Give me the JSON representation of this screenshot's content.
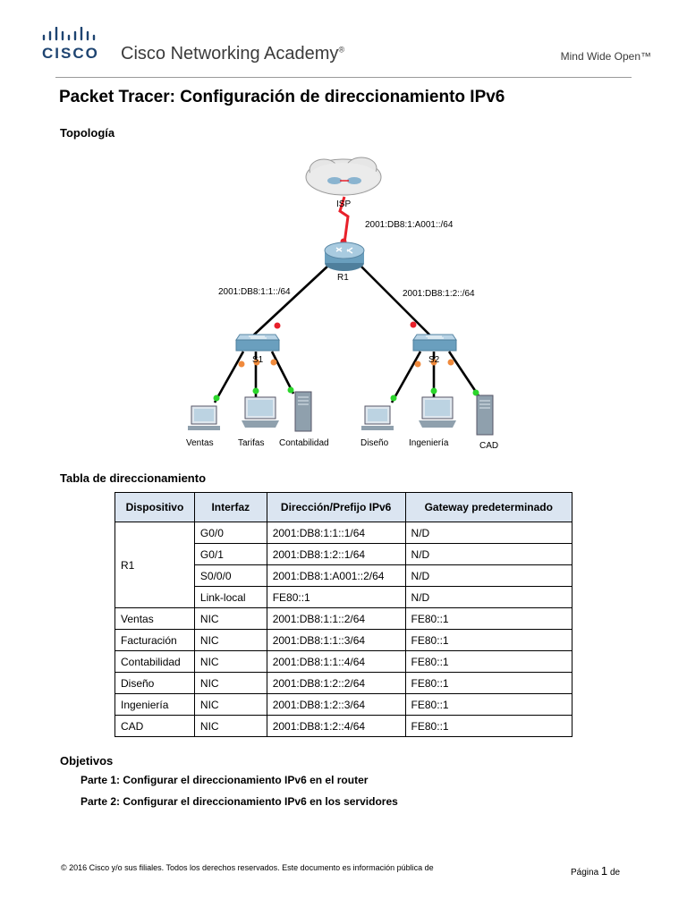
{
  "header": {
    "brand": "CISCO",
    "academy": "Cisco Networking Academy",
    "registered": "®",
    "tagline": "Mind Wide Open™"
  },
  "document": {
    "title": "Packet Tracer: Configuración de direccionamiento IPv6",
    "topology_heading": "Topología",
    "table_heading": "Tabla de direccionamiento",
    "objectives_heading": "Objetivos",
    "objectives": [
      "Parte 1: Configurar el direccionamiento IPv6 en el router",
      "Parte 2: Configurar el direccionamiento IPv6 en los servidores"
    ]
  },
  "topology": {
    "isp_label": "ISP",
    "isp_network": "2001:DB8:1:A001::/64",
    "router_label": "R1",
    "left_network": "2001:DB8:1:1::/64",
    "right_network": "2001:DB8:1:2::/64",
    "switch_left": "S1",
    "switch_right": "S2",
    "hosts": [
      "Ventas",
      "Tarifas",
      "Contabilidad",
      "Diseño",
      "Ingeniería",
      "CAD"
    ]
  },
  "table": {
    "headers": [
      "Dispositivo",
      "Interfaz",
      "Dirección/Prefijo IPv6",
      "Gateway predeterminado"
    ],
    "r1": {
      "device": "R1",
      "rows": [
        [
          "G0/0",
          "2001:DB8:1:1::1/64",
          "N/D"
        ],
        [
          "G0/1",
          "2001:DB8:1:2::1/64",
          "N/D"
        ],
        [
          "S0/0/0",
          "2001:DB8:1:A001::2/64",
          "N/D"
        ],
        [
          "Link-local",
          "FE80::1",
          "N/D"
        ]
      ]
    },
    "hosts": [
      [
        "Ventas",
        "NIC",
        "2001:DB8:1:1::2/64",
        "FE80::1"
      ],
      [
        "Facturación",
        "NIC",
        "2001:DB8:1:1::3/64",
        "FE80::1"
      ],
      [
        "Contabilidad",
        "NIC",
        "2001:DB8:1:1::4/64",
        "FE80::1"
      ],
      [
        "Diseño",
        "NIC",
        "2001:DB8:1:2::2/64",
        "FE80::1"
      ],
      [
        "Ingeniería",
        "NIC",
        "2001:DB8:1:2::3/64",
        "FE80::1"
      ],
      [
        "CAD",
        "NIC",
        "2001:DB8:1:2::4/64",
        "FE80::1"
      ]
    ]
  },
  "footer": {
    "copyright": "© 2016 Cisco y/o sus filiales. Todos los derechos reservados. Este documento es información pública de",
    "page_word": "Página",
    "page_number": "1",
    "page_of": "de"
  },
  "colors": {
    "brand_blue": "#1e4471",
    "link_red": "#e8202a",
    "port_green": "#2bd62b",
    "port_orange": "#f08a3c",
    "table_header_bg": "#dbe5f1"
  }
}
